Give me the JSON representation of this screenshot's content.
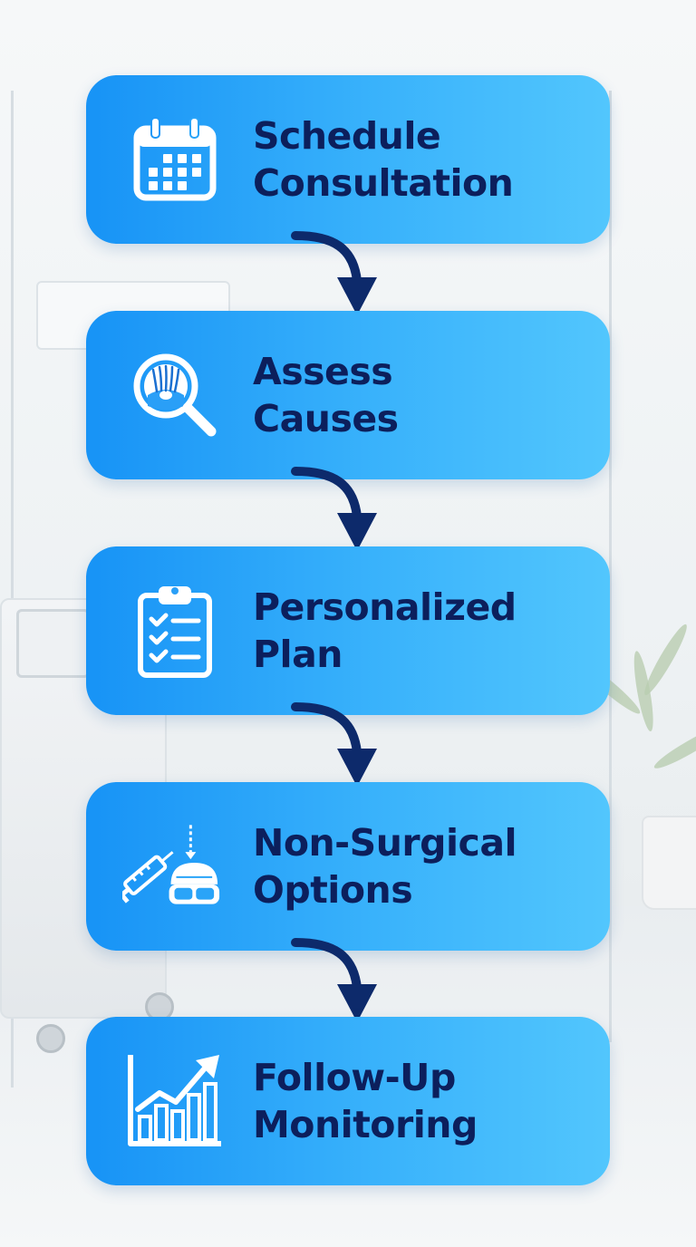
{
  "steps": [
    {
      "line1": "Schedule",
      "line2": "Consultation",
      "icon": "calendar-icon"
    },
    {
      "line1": "Assess",
      "line2": "Causes",
      "icon": "magnifier-hair-icon"
    },
    {
      "line1": "Personalized",
      "line2": "Plan",
      "icon": "clipboard-checklist-icon"
    },
    {
      "line1": "Non-Surgical",
      "line2": "Options",
      "icon": "syringe-laser-helmet-icon"
    },
    {
      "line1": "Follow-Up",
      "line2": "Monitoring",
      "icon": "growth-chart-icon"
    }
  ],
  "colors": {
    "card_start": "#1793f6",
    "card_end": "#52c6fd",
    "text": "#0c1f5c",
    "arrow": "#0d2a6b"
  }
}
